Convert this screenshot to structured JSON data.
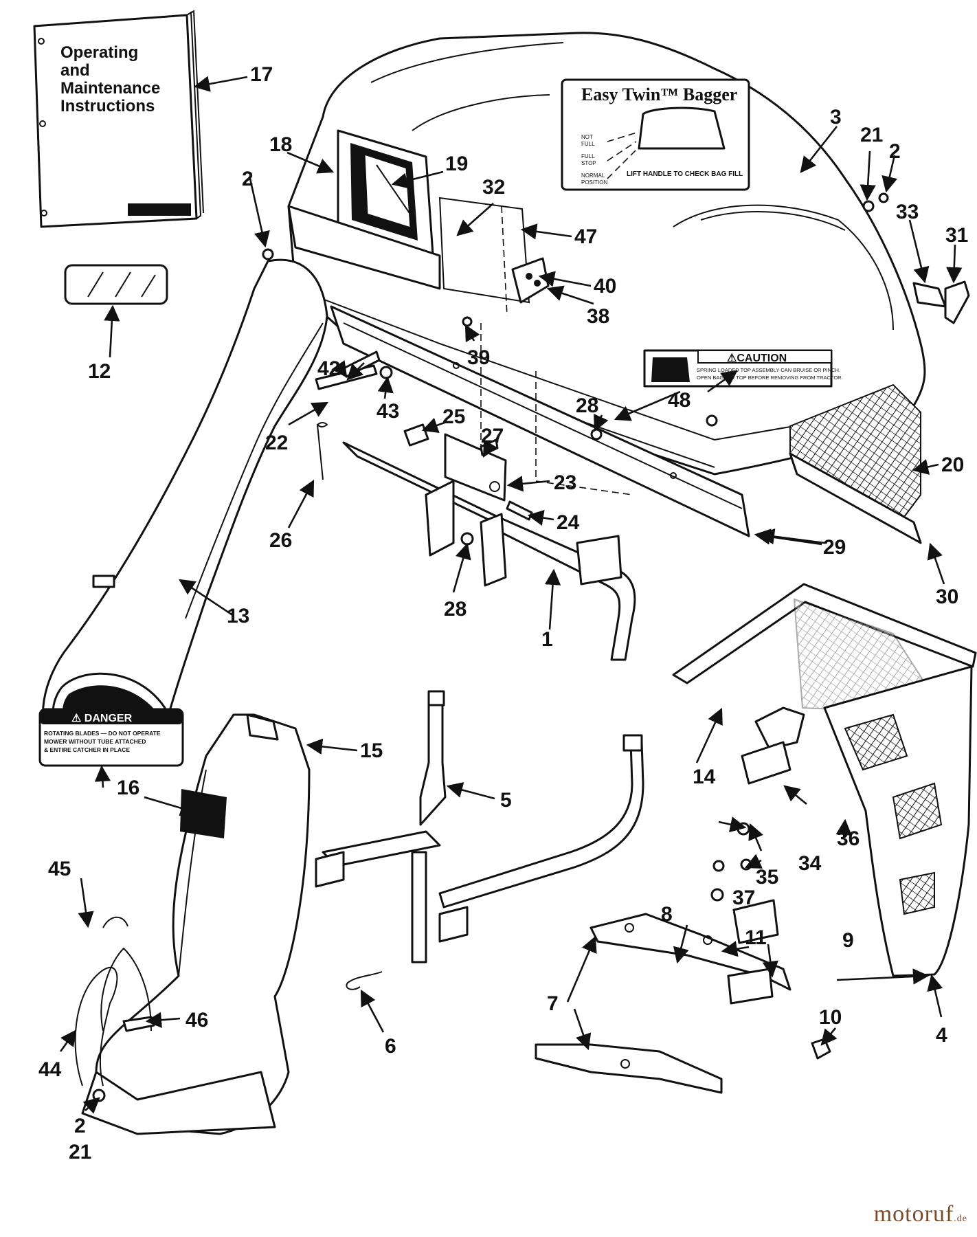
{
  "manual": {
    "line1": "Operating",
    "line2": "and",
    "line3": "Maintenance",
    "line4": "Instructions"
  },
  "bagger_decal": {
    "title": "Easy Twin™ Bagger",
    "label_not_full_1": "NOT",
    "label_not_full_2": "FULL",
    "label_full_stop_1": "FULL",
    "label_full_stop_2": "STOP",
    "label_normal_1": "NORMAL",
    "label_normal_2": "POSITION",
    "instruction": "LIFT HANDLE TO CHECK BAG FILL"
  },
  "caution_decal": {
    "title": "⚠CAUTION",
    "line1": "SPRING LOADED TOP ASSEMBLY CAN BRUISE OR PINCH.",
    "line2": "OPEN BAGGER TOP BEFORE REMOVING FROM TRACTOR."
  },
  "danger_decal": {
    "title": "⚠ DANGER",
    "line1": "ROTATING BLADES — DO NOT OPERATE",
    "line2": "MOWER WITHOUT TUBE ATTACHED",
    "line3": "& ENTIRE CATCHER IN PLACE"
  },
  "callouts": {
    "c1": "1",
    "c2a": "2",
    "c2b": "2",
    "c2c": "2",
    "c3": "3",
    "c4": "4",
    "c5": "5",
    "c6": "6",
    "c7": "7",
    "c8": "8",
    "c9": "9",
    "c10": "10",
    "c11": "11",
    "c12": "12",
    "c13": "13",
    "c14": "14",
    "c15": "15",
    "c16": "16",
    "c17": "17",
    "c18": "18",
    "c19": "19",
    "c20": "20",
    "c21a": "21",
    "c21b": "21",
    "c22": "22",
    "c23": "23",
    "c24": "24",
    "c25": "25",
    "c26": "26",
    "c27": "27",
    "c28a": "28",
    "c28b": "28",
    "c29": "29",
    "c30": "30",
    "c31": "31",
    "c32": "32",
    "c33": "33",
    "c34": "34",
    "c35": "35",
    "c36": "36",
    "c37": "37",
    "c38": "38",
    "c39": "39",
    "c40": "40",
    "c42": "42",
    "c43": "43",
    "c44": "44",
    "c45": "45",
    "c46": "46",
    "c47": "47",
    "c48": "48"
  },
  "watermark": {
    "brand": "motoruf",
    "suffix": ".de"
  },
  "colors": {
    "ink": "#111111",
    "paper": "#ffffff",
    "watermark": "#7a4a2a"
  }
}
